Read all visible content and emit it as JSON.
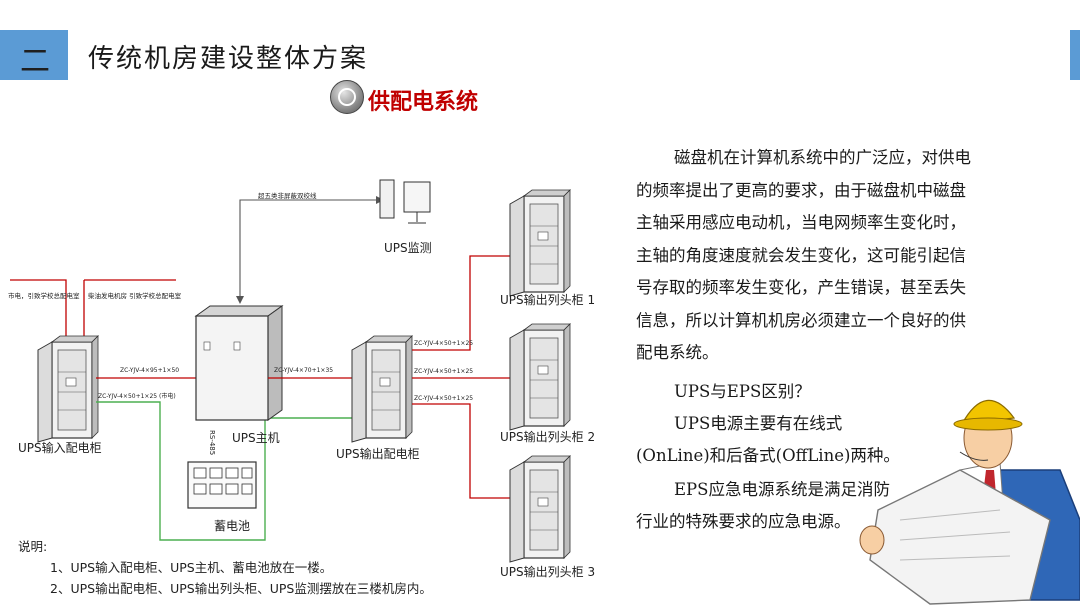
{
  "header": {
    "num": "二",
    "title": "传统机房建设整体方案"
  },
  "subtitle": "供配电系统",
  "text": {
    "p1": "磁盘机在计算机系统中的广泛应，对供电的频率提出了更高的要求，由于磁盘机中磁盘主轴采用感应电动机，当电网频率生变化时，主轴的角度速度就会发生变化，这可能引起信号存取的频率发生变化，产生错误，甚至丢失信息，所以计算机机房必须建立一个良好的供配电系统。",
    "p2": "UPS与EPS区别？",
    "p3": "UPS电源主要有在线式",
    "p4": "(OnLine)和后备式(OffLine)两种。",
    "p5": "EPS应急电源系统是满足消防",
    "p6": "行业的特殊要求的应急电源。"
  },
  "diagram": {
    "monitor_label": "UPS监测",
    "monitor_cable": "超五类非屏蔽双绞线",
    "input_cabinet": "UPS输入配电柜",
    "ups_host": "UPS主机",
    "ups_port": "RS-485",
    "battery": "蓄电池",
    "output_cabinet": "UPS输出配电柜",
    "col1": "UPS输出列头柜 1",
    "col2": "UPS输出列头柜 2",
    "col3": "UPS输出列头柜 3",
    "src1": "市电，引致学校总配电室",
    "src2": "柴油发电机房 引致学校总配电室",
    "cable_in1": "ZC-YJV-4×95+1×50",
    "cable_in2": "ZC-YJV-4×50+1×25 (市电)",
    "cable_main": "ZC-YJV-4×70+1×35",
    "cable_out1": "ZC-YJV-4×50+1×25",
    "cable_out2": "ZC-YJV-4×50+1×25",
    "cable_out3": "ZC-YJV-4×50+1×25"
  },
  "notes": {
    "title": "说明:",
    "n1": "1、UPS输入配电柜、UPS主机、蓄电池放在一楼。",
    "n2": "2、UPS输出配电柜、UPS输出列头柜、UPS监测摆放在三楼机房内。"
  }
}
